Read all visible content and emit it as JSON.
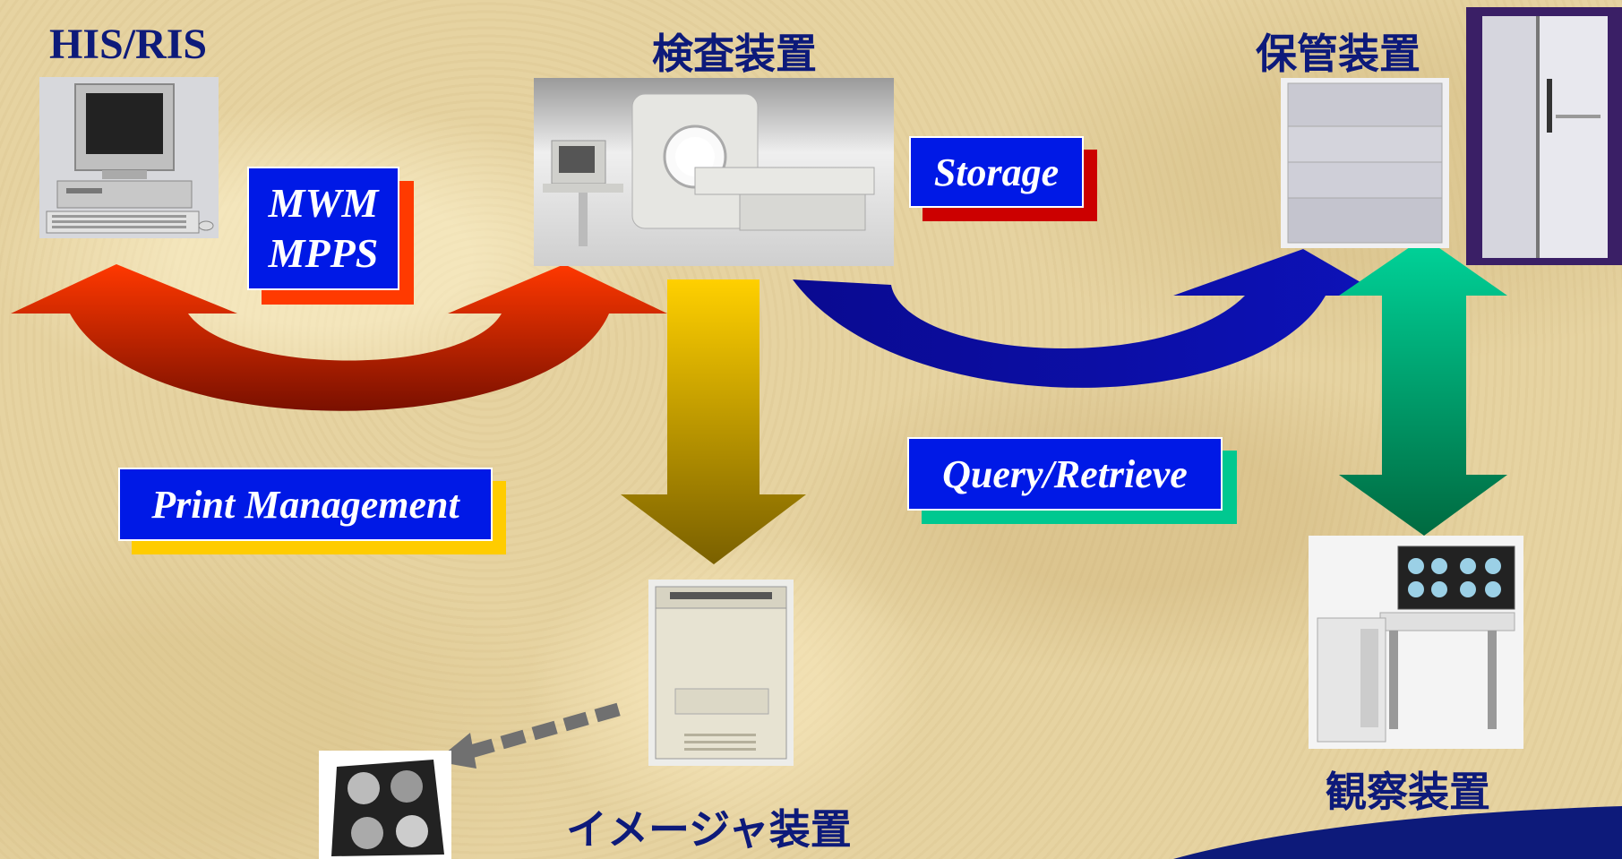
{
  "labels": {
    "his_ris": "HIS/RIS",
    "modality": "検査装置",
    "archive": "保管装置",
    "viewer": "観察装置",
    "imager": "イメージャ装置"
  },
  "services": {
    "mwm": "MWM",
    "mpps": "MPPS",
    "storage": "Storage",
    "print": "Print Management",
    "query": "Query/Retrieve"
  },
  "colors": {
    "box_fill": "#0019e6",
    "title_text": "#0d1a7a",
    "mwm_shadow": "#ff3a00",
    "storage_shadow": "#cc0000",
    "print_shadow": "#ffcc00",
    "query_shadow": "#00c890",
    "red_arrow": "#ff3300",
    "yellow_arrow": "#ffcc00",
    "blue_arrow": "#0a0fa0",
    "green_arrow": "#00cc88"
  },
  "icons": [
    "computer-workstation-icon",
    "mri-scanner-icon",
    "storage-server-icon",
    "tower-server-icon",
    "film-imager-icon",
    "film-sheet-icon",
    "viewing-station-icon"
  ]
}
